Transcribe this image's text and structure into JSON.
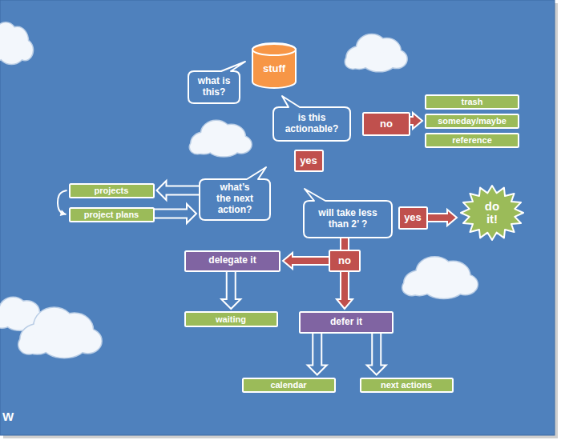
{
  "diagram": {
    "nodes": [
      {
        "text": [
          "stuff"
        ]
      },
      {
        "text": [
          "what is this?"
        ]
      },
      {
        "text": [
          "is this actionable?"
        ]
      },
      {
        "text": [
          "no"
        ]
      },
      {
        "text": [
          "trash"
        ]
      },
      {
        "text": [
          "someday/maybe"
        ]
      },
      {
        "text": [
          "reference"
        ]
      },
      {
        "text": [
          "yes"
        ]
      },
      {
        "text": [
          "projects"
        ]
      },
      {
        "text": [
          "project plans"
        ]
      },
      {
        "text": [
          "what’s the next action?"
        ]
      },
      {
        "text": [
          "will take less than 2’ ?"
        ]
      },
      {
        "text": [
          "yes"
        ]
      },
      {
        "text": [
          "do it!"
        ]
      },
      {
        "text": [
          "delegate it"
        ]
      },
      {
        "text": [
          "no"
        ]
      },
      {
        "text": [
          "waiting"
        ]
      },
      {
        "text": [
          "defer it"
        ]
      },
      {
        "text": [
          "calendar"
        ]
      },
      {
        "text": [
          "next actions"
        ]
      }
    ],
    "edges": [
      {
        "from": 3,
        "to": 5,
        "arrow": "to"
      },
      {
        "from": 8,
        "to": 9,
        "arrow": "to"
      },
      {
        "from": 9,
        "to": 10,
        "arrow": "to"
      },
      {
        "from": 10,
        "to": 8,
        "arrow": "to"
      },
      {
        "from": 11,
        "to": 15,
        "arrow": "none"
      },
      {
        "from": 12,
        "to": 13,
        "arrow": "to"
      },
      {
        "from": 15,
        "to": 14,
        "arrow": "to"
      },
      {
        "from": 15,
        "to": 17,
        "arrow": "to"
      },
      {
        "from": 14,
        "to": 16,
        "arrow": "to"
      },
      {
        "from": 17,
        "to": 18,
        "arrow": "to"
      },
      {
        "from": 17,
        "to": 19,
        "arrow": "to"
      }
    ],
    "labels": [
      "W"
    ]
  }
}
